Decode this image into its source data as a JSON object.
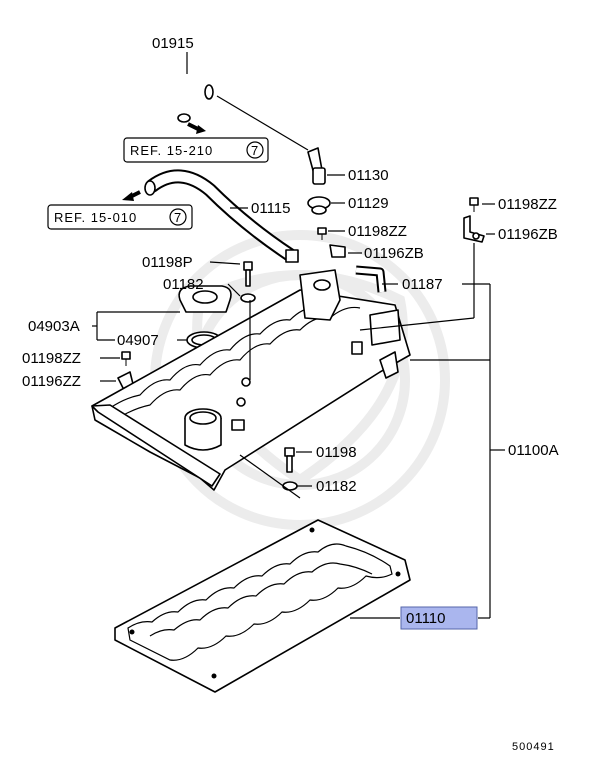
{
  "parts": {
    "p01915": "01915",
    "p01130": "01130",
    "p01129": "01129",
    "p01115": "01115",
    "p01198ZZ_a": "01198ZZ",
    "p01196ZB_a": "01196ZB",
    "p01198ZZ_b": "01198ZZ",
    "p01196ZB_b": "01196ZB",
    "p01198P": "01198P",
    "p01182_a": "01182",
    "p01187": "01187",
    "p04903A": "04903A",
    "p04907": "04907",
    "p01198ZZ_c": "01198ZZ",
    "p01196ZZ": "01196ZZ",
    "p01100A": "01100A",
    "p01198": "01198",
    "p01182_b": "01182",
    "p01110": "01110"
  },
  "refs": {
    "ref1_text": "REF. 15-210",
    "ref1_num": "7",
    "ref2_text": "REF. 15-010",
    "ref2_num": "7"
  },
  "diagram_code": "500491",
  "highlight_color": "#aab6ee"
}
